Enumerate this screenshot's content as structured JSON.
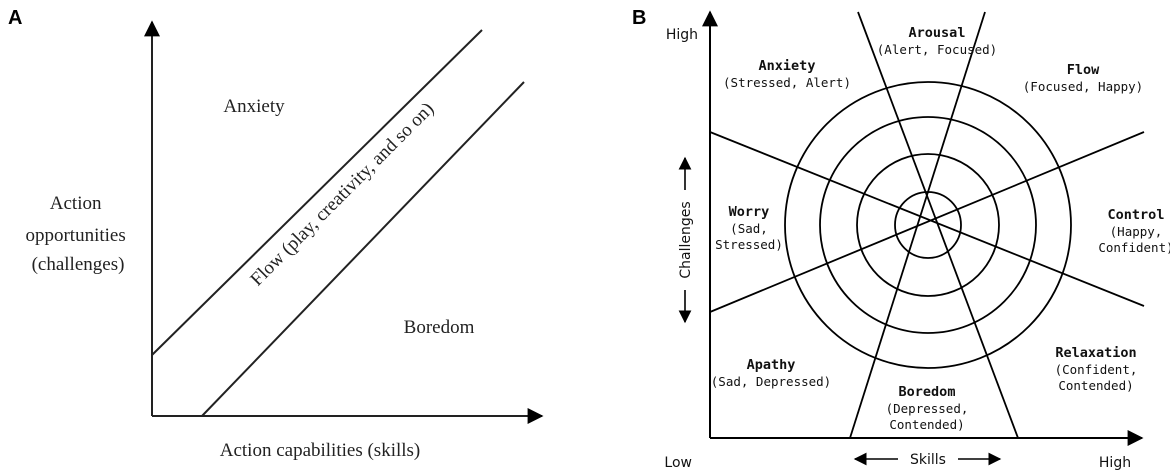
{
  "panel_a": {
    "letter": "A",
    "y_axis_label": [
      "Action",
      "opportunities",
      "(challenges)"
    ],
    "x_axis_label": "Action capabilities (skills)",
    "region_anxiety": "Anxiety",
    "region_boredom": "Boredom",
    "flow_channel_label": "Flow (play, creativity, and so on)"
  },
  "panel_b": {
    "letter": "B",
    "y_high": "High",
    "x_low": "Low",
    "x_high": "High",
    "y_axis_label": "Challenges",
    "x_axis_label": "Skills",
    "regions": {
      "arousal": {
        "name": "Arousal",
        "lines": [
          "(Alert, Focused)"
        ]
      },
      "flow": {
        "name": "Flow",
        "lines": [
          "(Focused, Happy)"
        ]
      },
      "control": {
        "name": "Control",
        "lines": [
          "(Happy,",
          "Confident)"
        ]
      },
      "relaxation": {
        "name": "Relaxation",
        "lines": [
          "(Confident,",
          "Contended)"
        ]
      },
      "boredom": {
        "name": "Boredom",
        "lines": [
          "(Depressed,",
          "Contended)"
        ]
      },
      "apathy": {
        "name": "Apathy",
        "lines": [
          "(Sad, Depressed)"
        ]
      },
      "worry": {
        "name": "Worry",
        "lines": [
          "(Sad,",
          "Stressed)"
        ]
      },
      "anxiety": {
        "name": "Anxiety",
        "lines": [
          "(Stressed, Alert)"
        ]
      }
    }
  }
}
